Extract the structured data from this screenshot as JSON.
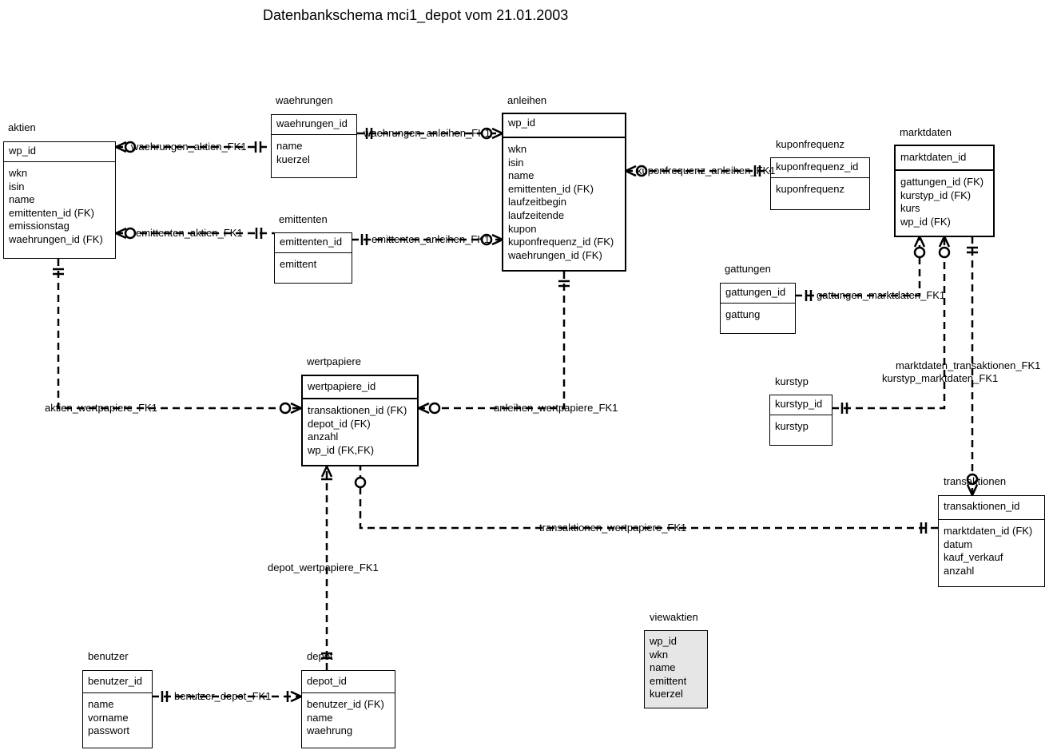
{
  "title": "Datenbankschema mci1_depot vom 21.01.2003",
  "entities": {
    "aktien": {
      "name": "aktien",
      "pk": "wp_id",
      "attrs": [
        "wkn",
        "isin",
        "name",
        "emittenten_id (FK)",
        "emissionstag",
        "waehrungen_id (FK)"
      ]
    },
    "waehrungen": {
      "name": "waehrungen",
      "pk": "waehrungen_id",
      "attrs": [
        "name",
        "kuerzel"
      ]
    },
    "anleihen": {
      "name": "anleihen",
      "pk": "wp_id",
      "attrs": [
        "wkn",
        "isin",
        "name",
        "emittenten_id (FK)",
        "laufzeitbegin",
        "laufzeitende",
        "kupon",
        "kuponfrequenz_id (FK)",
        "waehrungen_id (FK)"
      ]
    },
    "kuponfrequenz": {
      "name": "kuponfrequenz",
      "pk": "kuponfrequenz_id",
      "attrs": [
        "kuponfrequenz"
      ]
    },
    "marktdaten": {
      "name": "marktdaten",
      "pk": "marktdaten_id",
      "attrs": [
        "gattungen_id (FK)",
        "kurstyp_id (FK)",
        "kurs",
        "wp_id (FK)"
      ]
    },
    "emittenten": {
      "name": "emittenten",
      "pk": "emittenten_id",
      "attrs": [
        "emittent"
      ]
    },
    "gattungen": {
      "name": "gattungen",
      "pk": "gattungen_id",
      "attrs": [
        "gattung"
      ]
    },
    "wertpapiere": {
      "name": "wertpapiere",
      "pk": "wertpapiere_id",
      "attrs": [
        "transaktionen_id (FK)",
        "depot_id (FK)",
        "anzahl",
        "wp_id (FK,FK)"
      ]
    },
    "kurstyp": {
      "name": "kurstyp",
      "pk": "kurstyp_id",
      "attrs": [
        "kurstyp"
      ]
    },
    "transaktionen": {
      "name": "transaktionen",
      "pk": "transaktionen_id",
      "attrs": [
        "marktdaten_id (FK)",
        "datum",
        "kauf_verkauf",
        "anzahl"
      ]
    },
    "viewaktien": {
      "name": "viewaktien",
      "attrs": [
        "wp_id",
        "wkn",
        "name",
        "emittent",
        "kuerzel"
      ]
    },
    "benutzer": {
      "name": "benutzer",
      "pk": "benutzer_id",
      "attrs": [
        "name",
        "vorname",
        "passwort"
      ]
    },
    "depot": {
      "name": "depot",
      "pk": "depot_id",
      "attrs": [
        "benutzer_id (FK)",
        "name",
        "waehrung"
      ]
    }
  },
  "relationships": {
    "waehrungen_aktien": "waehrungen_aktien_FK1",
    "waehrungen_anleihen": "waehrungen_anleihen_FK1",
    "emittenten_aktien": "emittenten_aktien_FK1",
    "emittenten_anleihen": "emittenten_anleihen_FK1",
    "kuponfrequenz_anleihen": "kuponfrequenz_anleihen_FK1",
    "gattungen_marktdaten": "gattungen_marktdaten_FK1",
    "marktdaten_transaktionen": "marktdaten_transaktionen_FK1",
    "kurstyp_marktdaten": "kurstyp_marktdaten_FK1",
    "aktien_wertpapiere": "aktien_wertpapiere_FK1",
    "anleihen_wertpapiere": "anleihen_wertpapiere_FK1",
    "transaktionen_wertpapiere": "transaktionen_wertpapiere_FK1",
    "depot_wertpapiere": "depot_wertpapiere_FK1",
    "benutzer_depot": "benutzer_depot_FK1"
  }
}
